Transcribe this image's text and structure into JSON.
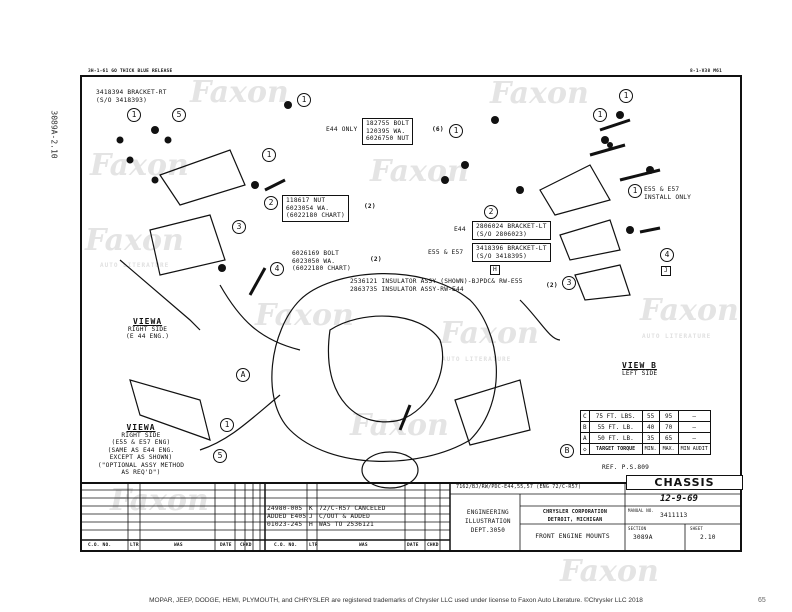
{
  "header": {
    "top_left_code": "3H-1-61 GO THICK BLUE RELEASE",
    "top_right_code": "8-1-V38 M61"
  },
  "side_label": "3089A-2.10",
  "watermark": {
    "brand": "Faxon",
    "sub": "AUTO LITERATURE"
  },
  "labels": {
    "bracket_rt": "3418394 BRACKET-RT",
    "bracket_rt_so": "(S/O 3418393)",
    "e44_only": "E44 ONLY",
    "bolt_b_lines": [
      "182755 BOLT",
      "120395 WA.",
      "6026750 NUT"
    ],
    "bolt_b_qty": "(6)",
    "nut_c_lines": [
      "118617 NUT",
      "6023054 WA.",
      "(6022180 CHART)"
    ],
    "nut_c_qty": "(2)",
    "bolt_a_lines": [
      "6026169 BOLT",
      "6023050 WA.",
      "(6022180 CHART)"
    ],
    "bolt_a_qty": "(2)",
    "e44_tag": "E44",
    "bracket_lt_e44": [
      "2806024 BRACKET-LT",
      "(S/O 2806023)"
    ],
    "e55_e57": "E55 & E57",
    "bracket_lt": [
      "3418396 BRACKET-LT",
      "(S/O 3418395)"
    ],
    "h_flag": "H",
    "j_flag": "J",
    "insulator_lines": [
      "2536121 INSULATOR ASSY (SHOWN)-BJPDC& RW-E55",
      "2863735 INSULATOR ASSY-RW-E44"
    ],
    "insulator_qty": "(2)",
    "install_only": [
      "E55 & E57",
      "INSTALL ONLY"
    ],
    "view_a1": {
      "title": "VIEW",
      "letter": "A",
      "lines": [
        "RIGHT SIDE",
        "(E 44 ENG.)"
      ]
    },
    "view_a2": {
      "title": "VIEW",
      "letter": "A",
      "lines": [
        "RIGHT SIDE",
        "(E55 & E57 ENG)",
        "(SAME AS E44 ENG.",
        "EXCEPT AS SHOWN)",
        "(\"OPTIONAL ASSY METHOD",
        "AS REQ'D\")"
      ]
    },
    "view_b": {
      "title": "VIEW",
      "letter": "B",
      "sub": "LEFT SIDE"
    },
    "callouts": [
      "1",
      "2",
      "3",
      "4",
      "5",
      "A",
      "B"
    ]
  },
  "torque_table": {
    "rows": [
      {
        "key": "C",
        "torque": "75 FT. LBS.",
        "min": "55",
        "max": "95",
        "audit": "—"
      },
      {
        "key": "B",
        "torque": "55 FT. LB.",
        "min": "40",
        "max": "70",
        "audit": "—"
      },
      {
        "key": "A",
        "torque": "50 FT. LB.",
        "min": "35",
        "max": "65",
        "audit": "—"
      }
    ],
    "header": {
      "target": "TARGET TORQUE",
      "min": "MIN.",
      "max": "MAX.",
      "audit": "MIN AUDIT"
    },
    "ref": "REF. P.S.809"
  },
  "title_block": {
    "category": "CHASSIS",
    "models": "7162/BJ/RW/PDC-E44,55,57 (ENG 72/C-R57)",
    "date": "12-9-69",
    "dept": [
      "ENGINEERING",
      "ILLUSTRATION",
      "DEPT.3050"
    ],
    "company": [
      "CHRYSLER CORPORATION",
      "DETROIT, MICHIGAN"
    ],
    "manual_no_label": "MANUAL NO.",
    "manual_no": "3411113",
    "title": "FRONT ENGINE MOUNTS",
    "section_label": "SECTION",
    "section": "3089A",
    "sheet_label": "SHEET",
    "sheet": "2.10",
    "revisions": [
      {
        "co": "24980-005",
        "ltr": "K",
        "desc": "72/C-R57 CANCELED"
      },
      {
        "co": "ADDED E405",
        "ltr": "J",
        "desc": "C/OUT & ADDED"
      },
      {
        "co": "01023-245",
        "ltr": "H",
        "desc": "WAS TO 2536121"
      }
    ],
    "col_headers": [
      "C.O. NO.",
      "LTR",
      "WAS",
      "DATE",
      "CHKD",
      "C.O. NO.",
      "LTR",
      "WAS",
      "DATE",
      "CHKD"
    ]
  },
  "footer": {
    "notice": "MOPAR, JEEP, DODGE, HEMI, PLYMOUTH, and CHRYSLER are registered trademarks of Chrysler LLC used under license to Faxon Auto Literature. ©Chrysler LLC 2018",
    "page": "65"
  }
}
